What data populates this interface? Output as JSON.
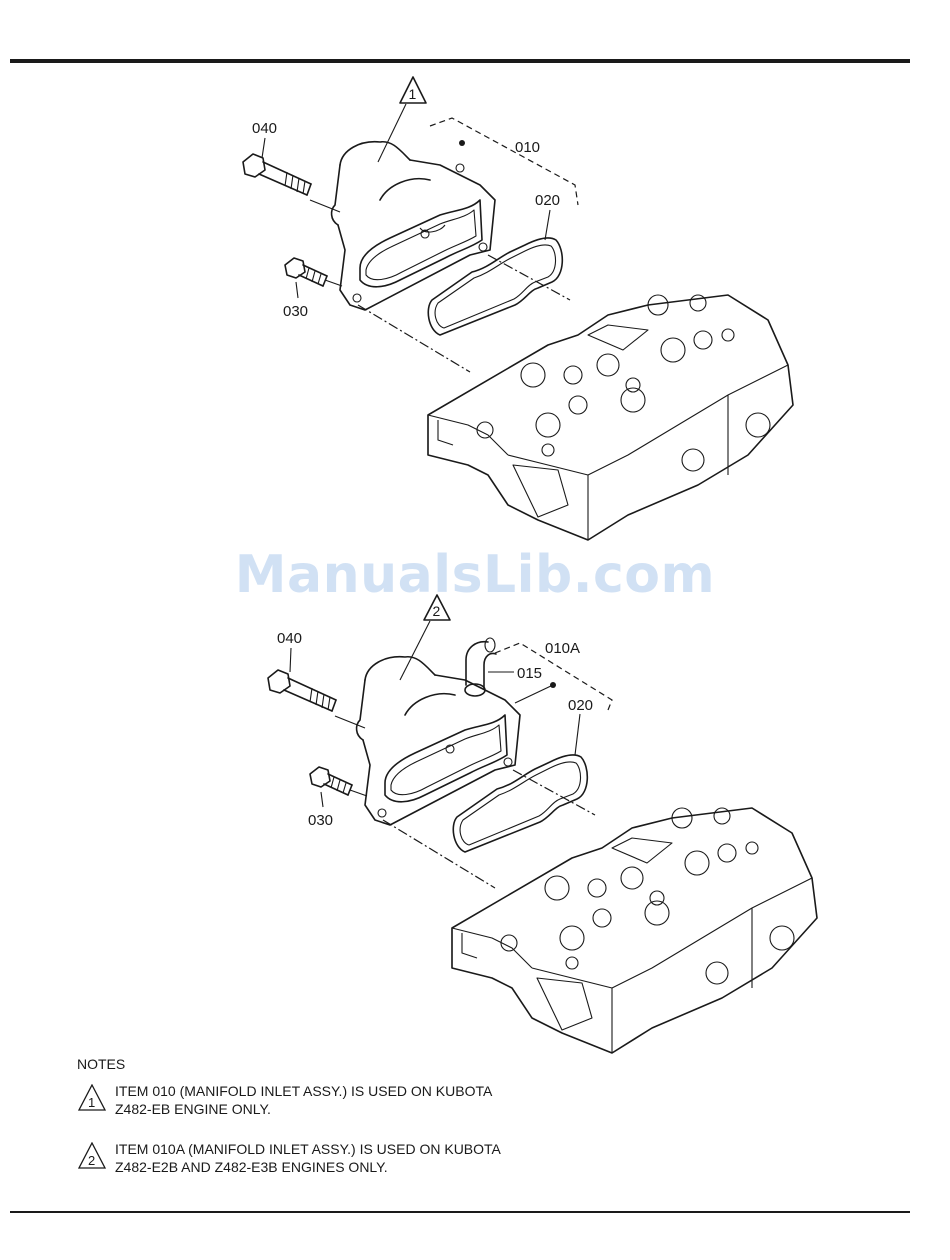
{
  "diagram_1": {
    "ref": "1",
    "labels": {
      "bolt_long": "040",
      "bolt_short": "030",
      "manifold": "010",
      "gasket": "020"
    }
  },
  "diagram_2": {
    "ref": "2",
    "labels": {
      "bolt_long": "040",
      "bolt_short": "030",
      "manifold": "010A",
      "elbow": "015",
      "gasket": "020"
    }
  },
  "watermark": "ManualsLib.com",
  "notes": {
    "title": "NOTES",
    "items": [
      {
        "ref": "1",
        "line1": "ITEM 010 (MANIFOLD INLET ASSY.) IS USED ON KUBOTA",
        "line2": "Z482-EB ENGINE ONLY."
      },
      {
        "ref": "2",
        "line1": "ITEM 010A (MANIFOLD INLET ASSY.) IS USED ON KUBOTA",
        "line2": "Z482-E2B AND Z482-E3B ENGINES ONLY."
      }
    ]
  }
}
